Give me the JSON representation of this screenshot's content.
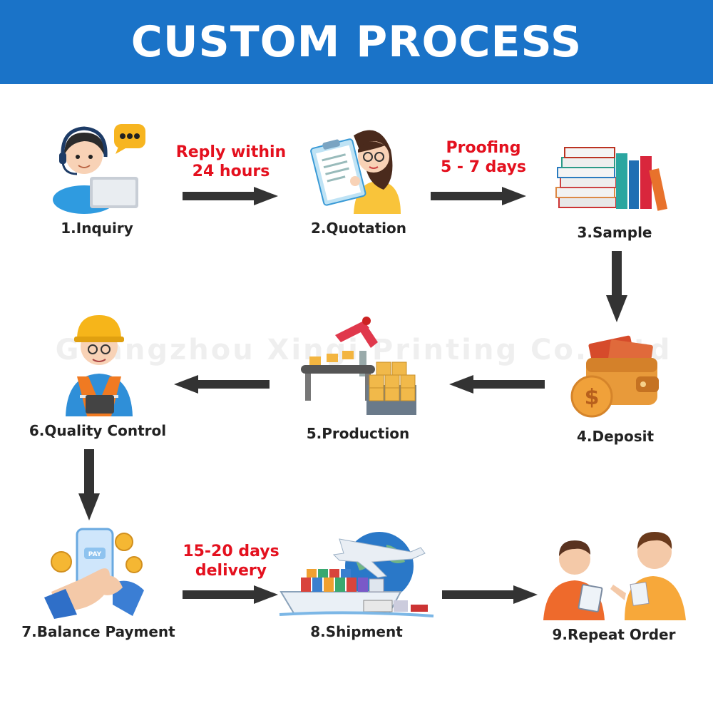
{
  "header": {
    "title": "CUSTOM PROCESS"
  },
  "watermark": "Guangzhou Xingi   Printing Co., Ltd",
  "steps": [
    {
      "label": "1.Inquiry",
      "icon": "customer-service-icon"
    },
    {
      "label": "2.Quotation",
      "icon": "quotation-clipboard-icon"
    },
    {
      "label": "3.Sample",
      "icon": "books-sample-icon"
    },
    {
      "label": "4.Deposit",
      "icon": "wallet-deposit-icon"
    },
    {
      "label": "5.Production",
      "icon": "production-line-icon"
    },
    {
      "label": "6.Quality Control",
      "icon": "quality-inspector-icon"
    },
    {
      "label": "7.Balance Payment",
      "icon": "mobile-payment-icon"
    },
    {
      "label": "8.Shipment",
      "icon": "shipment-icon"
    },
    {
      "label": "9.Repeat Order",
      "icon": "handshake-meeting-icon"
    }
  ],
  "notes": {
    "reply": [
      "Reply within",
      "24 hours"
    ],
    "proofing": [
      "Proofing",
      "5 - 7 days"
    ],
    "delivery": [
      "15-20 days",
      "delivery"
    ]
  },
  "colors": {
    "header": "#1a73c8",
    "arrow": "#333333",
    "note": "#e4101e"
  }
}
